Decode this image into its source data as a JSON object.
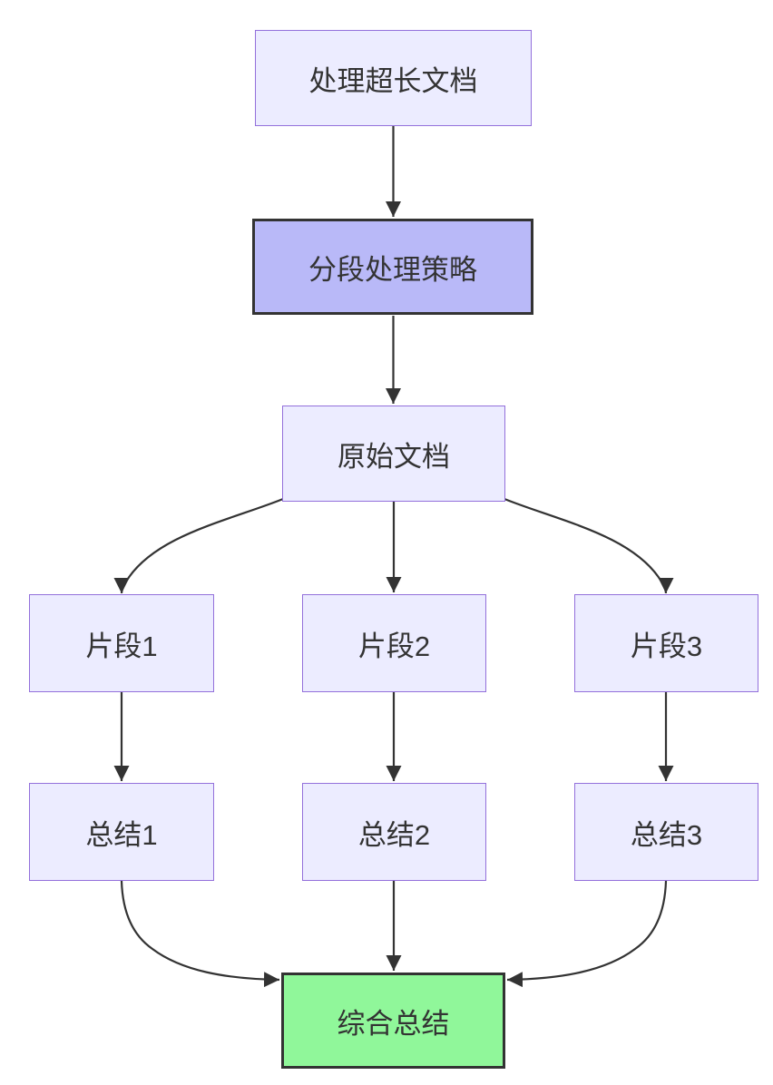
{
  "diagram": {
    "type": "flowchart",
    "direction": "top-down",
    "colors": {
      "background": "#ffffff",
      "node_fill": "#ececff",
      "node_border": "#9370db",
      "emphasis_fill": "#b9b9f8",
      "emphasis_border": "#333333",
      "success_fill": "#90f79a",
      "success_border": "#333333",
      "edge": "#333333",
      "text": "#333333"
    },
    "nodes": [
      {
        "id": "A",
        "label": "处理超长文档",
        "style": "default"
      },
      {
        "id": "B",
        "label": "分段处理策略",
        "style": "emphasis"
      },
      {
        "id": "C",
        "label": "原始文档",
        "style": "default"
      },
      {
        "id": "D1",
        "label": "片段1",
        "style": "default"
      },
      {
        "id": "D2",
        "label": "片段2",
        "style": "default"
      },
      {
        "id": "D3",
        "label": "片段3",
        "style": "default"
      },
      {
        "id": "S1",
        "label": "总结1",
        "style": "default"
      },
      {
        "id": "S2",
        "label": "总结2",
        "style": "default"
      },
      {
        "id": "S3",
        "label": "总结3",
        "style": "default"
      },
      {
        "id": "F",
        "label": "综合总结",
        "style": "success"
      }
    ],
    "edges": [
      {
        "from": "A",
        "to": "B"
      },
      {
        "from": "B",
        "to": "C"
      },
      {
        "from": "C",
        "to": "D1"
      },
      {
        "from": "C",
        "to": "D2"
      },
      {
        "from": "C",
        "to": "D3"
      },
      {
        "from": "D1",
        "to": "S1"
      },
      {
        "from": "D2",
        "to": "S2"
      },
      {
        "from": "D3",
        "to": "S3"
      },
      {
        "from": "S1",
        "to": "F"
      },
      {
        "from": "S2",
        "to": "F"
      },
      {
        "from": "S3",
        "to": "F"
      }
    ]
  }
}
